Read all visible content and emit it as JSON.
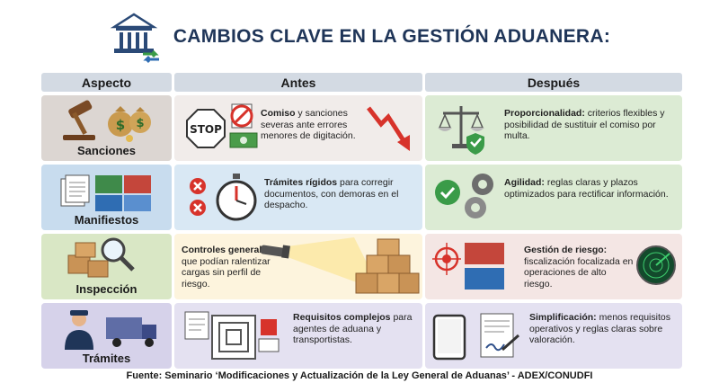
{
  "title": "CAMBIOS CLAVE EN LA GESTIÓN ADUANERA:",
  "headers": {
    "aspect": "Aspecto",
    "before": "Antes",
    "after": "Después"
  },
  "rows": [
    {
      "aspect": "Sanciones",
      "before": {
        "bold": "Comiso",
        "rest": " y sanciones severas ante errores menores de digitación."
      },
      "after": {
        "bold": "Proporcionalidad:",
        "rest": " criterios flexibles y posibilidad de sustituir el comiso por multa."
      },
      "stop_sign": "STOP"
    },
    {
      "aspect": "Manifiestos",
      "before": {
        "bold": "Trámites rígidos",
        "rest": " para corregir documentos, con demoras en el despacho."
      },
      "after": {
        "bold": "Agilidad:",
        "rest": " reglas claras y plazos optimizados para rectificar información."
      }
    },
    {
      "aspect": "Inspección",
      "before": {
        "bold": "Controles generales",
        "rest": " que podían ralentizar cargas sin perfil de riesgo."
      },
      "after": {
        "bold": "Gestión de riesgo:",
        "rest": " fiscalización focalizada en operaciones de alto riesgo."
      }
    },
    {
      "aspect": "Trámites",
      "before": {
        "bold": "Requisitos complejos",
        "rest": " para agentes de aduana y transportistas."
      },
      "after": {
        "bold": "Simplificación:",
        "rest": " menos requisitos operativos y reglas claras sobre valoración."
      }
    }
  ],
  "footer": "Fuente: Seminario ‘Modificaciones y Actualización de la Ley General de Aduanas’ - ADEX/CONUDFI",
  "colors": {
    "title": "#1f3558",
    "header_bg": "#d3dae3",
    "row1_before": "#f1ecea",
    "row1_after": "#dcebd4",
    "row2_before": "#d9e8f4",
    "row2_after": "#dcebd4",
    "row3_before": "#fdf4dd",
    "row3_after": "#f4e6e4",
    "row4_before": "#e4e1f1",
    "row4_after": "#e4e1f1"
  }
}
